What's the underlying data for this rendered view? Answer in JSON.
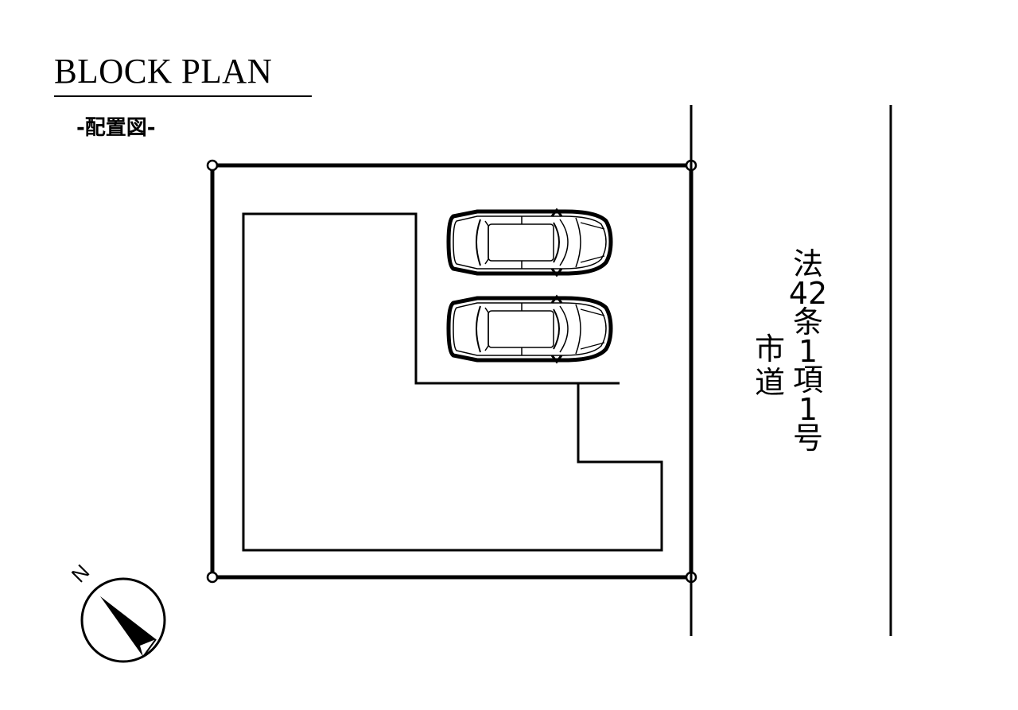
{
  "header": {
    "title": "BLOCK PLAN",
    "subtitle": "-配置図-"
  },
  "road": {
    "type_label": [
      "法",
      "42",
      "条",
      "1",
      "項",
      "1",
      "号"
    ],
    "name_label": [
      "市",
      "道"
    ]
  },
  "compass": {
    "north_label": "N"
  },
  "parking": {
    "car_count": 2
  }
}
